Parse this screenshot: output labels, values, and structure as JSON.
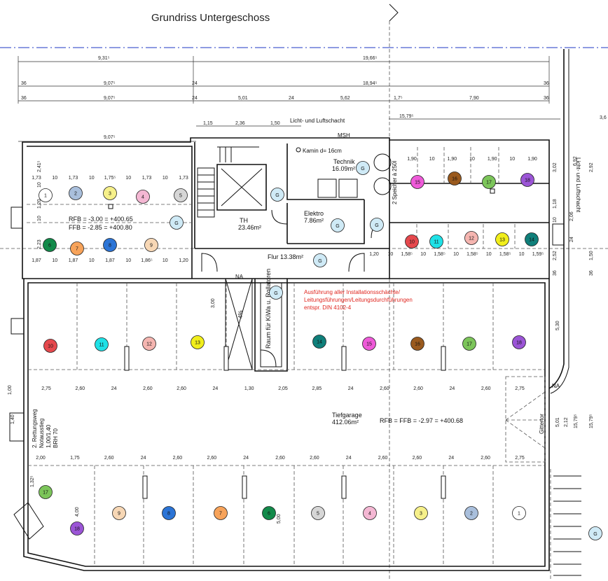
{
  "plan": {
    "title": "Grundriss Untergeschoss",
    "rooms": {
      "technik_name": "Technik",
      "technik_area": "16.09m²",
      "kamin": "Kamin d= 16cm",
      "speicher": "2 Speicher à 250l",
      "elektro_name": "Elektro",
      "elektro_area": "7.86m²",
      "th_name": "TH",
      "th_area": "23.46m²",
      "flur": "Flur 13.38m²",
      "rfb_top": "RFB = -3.00 = +400.65",
      "ffb_top": "FFB = -2.85 = +400.80",
      "licht": "Licht- und Luftschacht",
      "licht_right": "Licht- und Luftschacht",
      "msh": "MSH",
      "raum_kiwa": "Raum für KiWa u. Rollatoren",
      "tiefgarage_name": "Tiefgarage",
      "tiefgarage_area": "412.06m²",
      "rfb_garage": "RFB = FFB = -2.97 = +400.68",
      "na1": "NA",
      "na2": "NA",
      "gitter": "Gittertor",
      "percent": "4%",
      "rettung1": "2. Rettungsweg",
      "rettung2": "Notausstieg",
      "rettung3": "1,00/1,40",
      "rettung4": "BRH 70"
    },
    "note_lines": [
      "Ausführung aller Installationsschächte/",
      "Leitungsführungen/Leitungsdurchführungen",
      "entspr. DIN 4102-4"
    ],
    "dims_top": [
      "9,31⁵",
      "19,66⁵",
      "36",
      "9,07⁵",
      "24",
      "18,94⁵",
      "36",
      "36",
      "9,07⁵",
      "24",
      "5,01",
      "24",
      "5,62",
      "1,7⁵",
      "7,90",
      "36",
      "1,15",
      "2,36",
      "1,50",
      "15,79⁵",
      "9,07⁵",
      "3,6"
    ],
    "dims_rows": {
      "top_left": [
        "1,73",
        "10",
        "1,73",
        "10",
        "1,75⁵",
        "10",
        "1,73",
        "10",
        "1,73"
      ],
      "bottom_left": [
        "1,87",
        "10",
        "1,87",
        "10",
        "1,87",
        "10",
        "1,86⁵",
        "10",
        "1,20"
      ],
      "top_right": [
        "1,90",
        "10",
        "1,90",
        "10",
        "1,90",
        "10",
        "1,90"
      ],
      "mid_right": [
        "1,20",
        "10",
        "1,58⁵",
        "10",
        "1,58⁵",
        "10",
        "1,58⁵",
        "10",
        "1,58⁵",
        "10",
        "1,59⁵"
      ],
      "garage_upper": [
        "2,75",
        "2,60",
        "24",
        "2,60",
        "2,60",
        "24",
        "1,30",
        "2,05",
        "2,85",
        "24",
        "2,60",
        "2,60",
        "24",
        "2,60",
        "2,75"
      ],
      "garage_lower": [
        "2,00",
        "1,75",
        "2,60",
        "24",
        "2,60",
        "2,60",
        "24",
        "2,60",
        "2,60",
        "24",
        "2,60",
        "2,60",
        "24",
        "2,60",
        "2,75"
      ]
    },
    "dims_side": [
      "2,41⁵",
      "10",
      "1,20",
      "10",
      "2,23",
      "3,02",
      "1,18",
      "10",
      "2,06",
      "24",
      "2,52",
      "36",
      "6,92",
      "2,92",
      "1,50",
      "36",
      "5,30",
      "5,01",
      "2,12",
      "15,79⁵",
      "15,79⁵",
      "1,40",
      "1,00",
      "3,00",
      "4,00",
      "5,00",
      "1,32⁵"
    ],
    "spots": [
      {
        "n": "1",
        "c": "#ffffff"
      },
      {
        "n": "2",
        "c": "#a9bfdc"
      },
      {
        "n": "3",
        "c": "#f6f08a"
      },
      {
        "n": "4",
        "c": "#f4b7d3"
      },
      {
        "n": "5",
        "c": "#d6d6d6"
      },
      {
        "n": "6",
        "c": "#128a4a"
      },
      {
        "n": "7",
        "c": "#f7a35a"
      },
      {
        "n": "8",
        "c": "#2b74d6"
      },
      {
        "n": "9",
        "c": "#f7d7b5"
      },
      {
        "n": "15",
        "c": "#ee5ad8"
      },
      {
        "n": "16",
        "c": "#9a5a1e"
      },
      {
        "n": "17",
        "c": "#7cc55a"
      },
      {
        "n": "18",
        "c": "#9b55d6"
      },
      {
        "n": "10",
        "c": "#e5484d"
      },
      {
        "n": "11",
        "c": "#1fe1e6"
      },
      {
        "n": "12",
        "c": "#f5b5b0"
      },
      {
        "n": "13",
        "c": "#f1ee1c"
      },
      {
        "n": "14",
        "c": "#0f7f7a"
      },
      {
        "n": "10",
        "c": "#e5484d"
      },
      {
        "n": "11",
        "c": "#1fe1e6"
      },
      {
        "n": "12",
        "c": "#f5b5b0"
      },
      {
        "n": "13",
        "c": "#f1ee1c"
      },
      {
        "n": "14",
        "c": "#0f7f7a"
      },
      {
        "n": "15",
        "c": "#ee5ad8"
      },
      {
        "n": "16",
        "c": "#9a5a1e"
      },
      {
        "n": "17",
        "c": "#7cc55a"
      },
      {
        "n": "18",
        "c": "#9b55d6"
      },
      {
        "n": "17",
        "c": "#7cc55a"
      },
      {
        "n": "18",
        "c": "#9b55d6"
      },
      {
        "n": "9",
        "c": "#f7d7b5"
      },
      {
        "n": "8",
        "c": "#2b74d6"
      },
      {
        "n": "7",
        "c": "#f7a35a"
      },
      {
        "n": "6",
        "c": "#128a4a"
      },
      {
        "n": "5",
        "c": "#d6d6d6"
      },
      {
        "n": "4",
        "c": "#f4b7d3"
      },
      {
        "n": "3",
        "c": "#f6f08a"
      },
      {
        "n": "2",
        "c": "#a9bfdc"
      },
      {
        "n": "1",
        "c": "#ffffff"
      }
    ],
    "g_label": "G"
  }
}
